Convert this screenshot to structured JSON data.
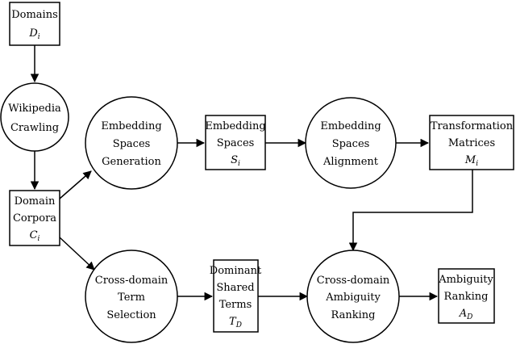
{
  "nodes": {
    "domains": {
      "lines": [
        "Domains"
      ],
      "symbol": {
        "base": "D",
        "sub": "i"
      }
    },
    "wikipedia_crawling": {
      "lines": [
        "Wikipedia",
        "Crawling"
      ]
    },
    "domain_corpora": {
      "lines": [
        "Domain",
        "Corpora"
      ],
      "symbol": {
        "base": "C",
        "sub": "i"
      }
    },
    "embedding_spaces_generation": {
      "lines": [
        "Embedding",
        "Spaces",
        "Generation"
      ]
    },
    "embedding_spaces": {
      "lines": [
        "Embedding",
        "Spaces"
      ],
      "symbol": {
        "base": "S",
        "sub": "i"
      }
    },
    "embedding_spaces_alignment": {
      "lines": [
        "Embedding",
        "Spaces",
        "Alignment"
      ]
    },
    "transformation_matrices": {
      "lines": [
        "Transformation",
        "Matrices"
      ],
      "symbol": {
        "base": "M",
        "sub": "i"
      }
    },
    "cross_domain_term_selection": {
      "lines": [
        "Cross-domain",
        "Term",
        "Selection"
      ]
    },
    "dominant_shared_terms": {
      "lines": [
        "Dominant",
        "Shared",
        "Terms"
      ],
      "symbol": {
        "base": "T",
        "sub": "D"
      }
    },
    "cross_domain_ambiguity_ranking": {
      "lines": [
        "Cross-domain",
        "Ambiguity",
        "Ranking"
      ]
    },
    "ambiguity_ranking": {
      "lines": [
        "Ambiguity",
        "Ranking"
      ],
      "symbol": {
        "base": "A",
        "sub": "D"
      }
    }
  }
}
